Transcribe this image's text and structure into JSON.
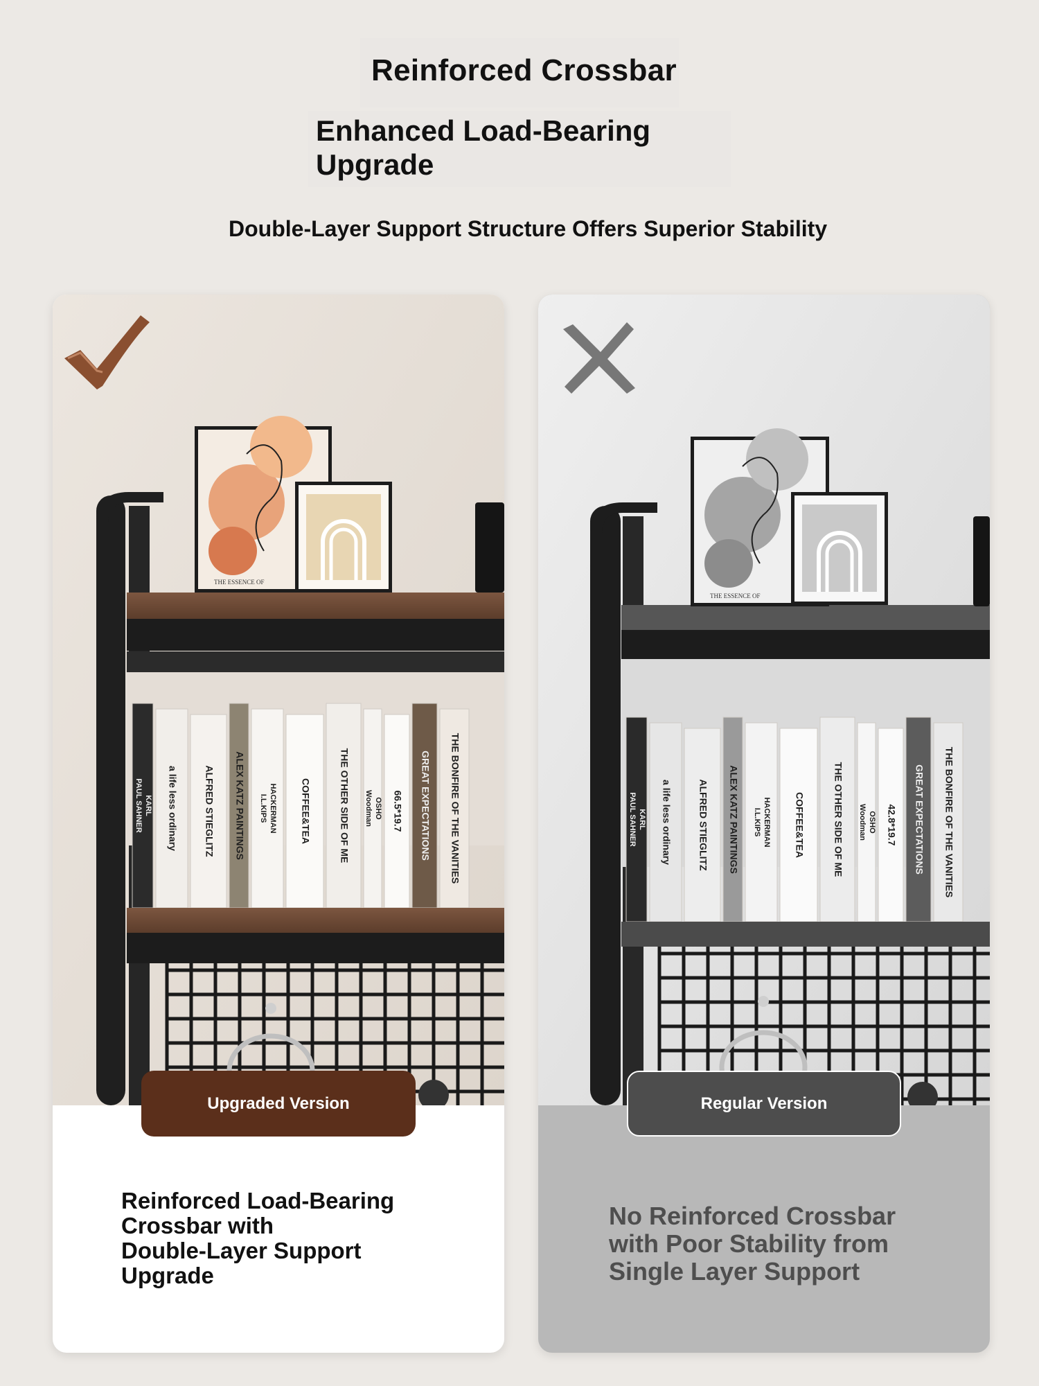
{
  "header": {
    "title_line1": "Reinforced Crossbar",
    "title_line2a": "Enhanced Load-Bearing",
    "title_line2b": "Upgrade",
    "subtitle": "Double-Layer Support Structure Offers Superior Stability"
  },
  "cards": {
    "upgraded": {
      "mark_icon": "check-icon",
      "label": "Upgraded Version",
      "desc_lines": [
        "Reinforced Load-Bearing",
        "Crossbar with",
        "Double-Layer Support",
        "Upgrade"
      ],
      "accent": "#5b2f1b"
    },
    "regular": {
      "mark_icon": "x-icon",
      "label": "Regular Version",
      "desc_lines": [
        "No Reinforced Crossbar",
        "with Poor Stability from",
        "Single Layer Support"
      ],
      "accent": "#4d4d4d"
    }
  },
  "books": {
    "upgraded": [
      "PAUL SAHNER",
      "KARL",
      "a life less ordinary",
      "ALFRED STIEGLITZ",
      "ALEX KATZ PAINTINGS",
      "I.L.KIPS",
      "HACKERMAN",
      "COFFEE&TEA",
      "THE OTHER SIDE OF ME",
      "Woodman",
      "OSHO",
      "66.5*19.7",
      "GREAT EXPECTATIONS",
      "THE BONFIRE OF THE VANITIES"
    ],
    "regular": [
      "PAUL SAHNER",
      "KARL",
      "a life less ordinary",
      "ALFRED STIEGLITZ",
      "ALEX KATZ PAINTINGS",
      "I.L.KIPS",
      "HACKERMAN",
      "COFFEE&TEA",
      "THE OTHER SIDE OF ME",
      "Woodman",
      "OSHO",
      "42.8*19.7",
      "GREAT EXPECTATIONS",
      "THE BONFIRE OF THE VANITIES"
    ]
  },
  "frame_caption": "THE ESSENCE OF",
  "colors": {
    "background": "#ece9e5",
    "wood": "#6e4a34",
    "metal": "#1e1e1e",
    "check": "#8a4f30",
    "cross": "#777777"
  }
}
